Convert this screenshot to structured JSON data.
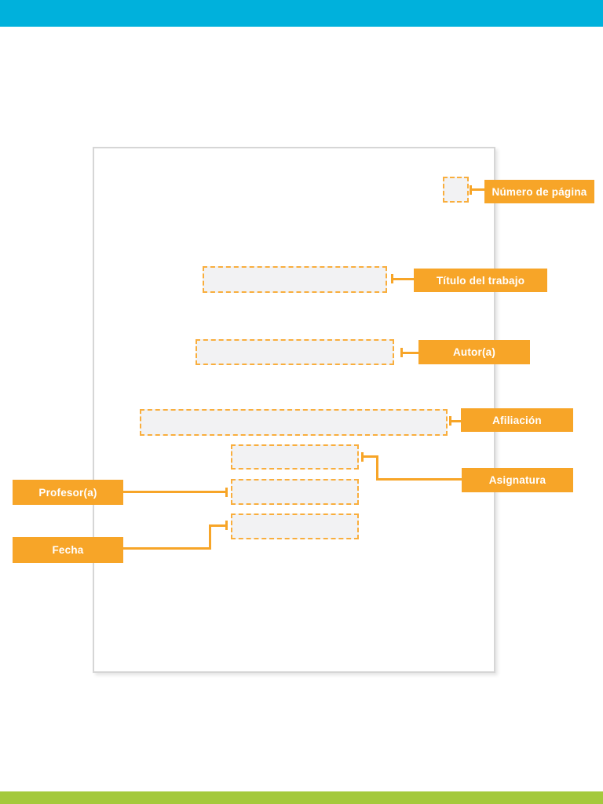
{
  "colors": {
    "top_bar": "#00B1DC",
    "bottom_bar": "#A4C93C",
    "accent": "#F7A528",
    "dashed_border": "#F9AE3D",
    "placeholder_fill": "#F2F2F3",
    "page_border": "#D6D6D6"
  },
  "callouts": {
    "page_number": "Número de página",
    "title": "Título del trabajo",
    "author": "Autor(a)",
    "affiliation": "Afiliación",
    "course": "Asignatura",
    "professor": "Profesor(a)",
    "date": "Fecha"
  }
}
